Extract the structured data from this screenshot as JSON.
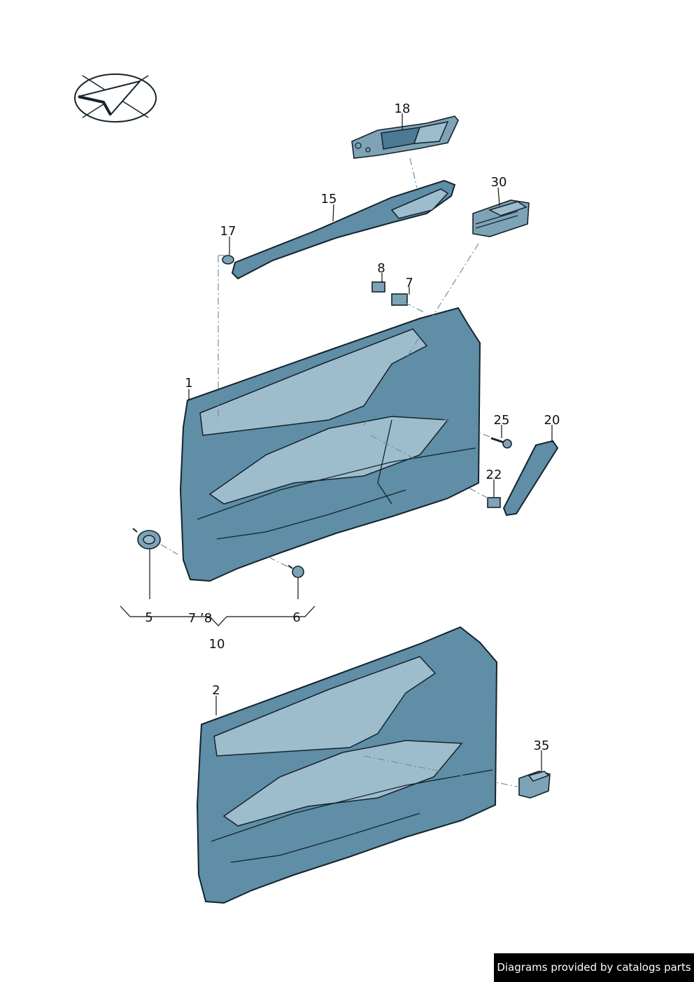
{
  "logo": {
    "icon": "check-arrow-logo-icon"
  },
  "callouts": {
    "c1": "1",
    "c2": "2",
    "c5": "5",
    "c6": "6",
    "c7": "7",
    "c8": "8",
    "c10": "10",
    "c15": "15",
    "c17": "17",
    "c18": "18",
    "c20": "20",
    "c22": "22",
    "c25": "25",
    "c30": "30",
    "c35": "35",
    "group_7_8": "7 ’8"
  },
  "footer": {
    "credit": "Diagrams provided by catalogs parts"
  },
  "colors": {
    "panel": "#5f8ea6",
    "panel_light": "#9dbccc",
    "outline": "#14232d",
    "leader_dash": "#6f8fa3"
  }
}
